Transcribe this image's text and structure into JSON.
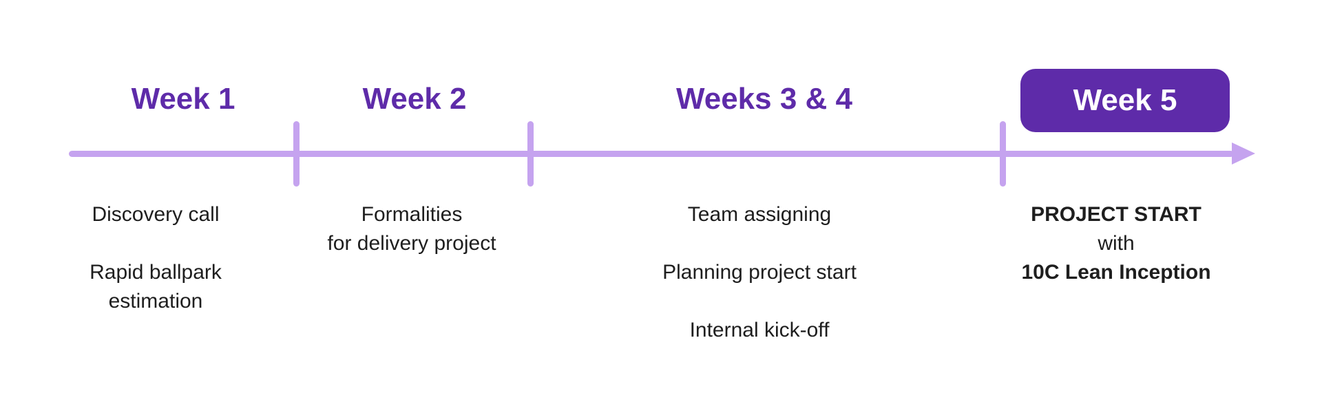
{
  "colors": {
    "accent_dark": "#5E2BA9",
    "accent_light": "#C5A3EF",
    "body_text": "#1E1E1E",
    "button_text": "#FFFFFF",
    "background": "#FFFFFF"
  },
  "timeline": {
    "sections": [
      {
        "label": "Week 1",
        "highlighted": false,
        "notes": [
          [
            "Discovery call"
          ],
          [
            "Rapid ballpark",
            "estimation"
          ]
        ]
      },
      {
        "label": "Week 2",
        "highlighted": false,
        "notes": [
          [
            "Formalities",
            "for delivery project"
          ]
        ]
      },
      {
        "label": "Weeks 3 & 4",
        "highlighted": false,
        "notes": [
          [
            "Team assigning"
          ],
          [
            "Planning project start"
          ],
          [
            "Internal kick-off"
          ]
        ]
      },
      {
        "label": "Week 5",
        "highlighted": true,
        "lines": [
          {
            "text": "PROJECT START",
            "bold": true
          },
          {
            "text": "with",
            "bold": false
          },
          {
            "text": "10C Lean Inception",
            "bold": true
          }
        ]
      }
    ]
  }
}
